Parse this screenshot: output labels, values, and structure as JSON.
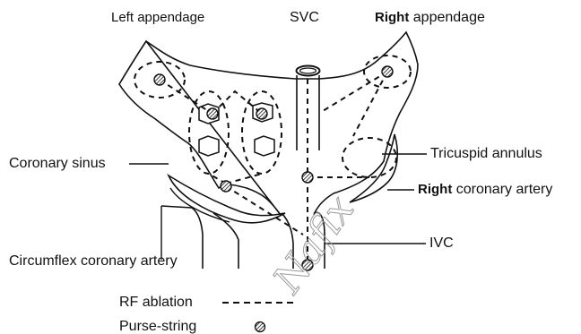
{
  "labels": {
    "left_appendage": {
      "emph": "Left",
      "rest": " appendage"
    },
    "svc": "SVC",
    "right_appendage": {
      "emph": "Right",
      "rest": " appendage"
    },
    "coronary_sinus": "Coronary sinus",
    "tricuspid_annulus": "Tricuspid annulus",
    "right_coronary_artery": {
      "emph": "Right",
      "rest": " coronary artery"
    },
    "ivc": "IVC",
    "circumflex_coronary_artery": "Circumflex coronary artery"
  },
  "legend": {
    "rf_ablation": "RF ablation",
    "purse_string": "Purse-string"
  },
  "watermark": "Nafix",
  "colors": {
    "ink": "#111111",
    "watermark": "#9a9a9a",
    "background": "#ffffff"
  }
}
